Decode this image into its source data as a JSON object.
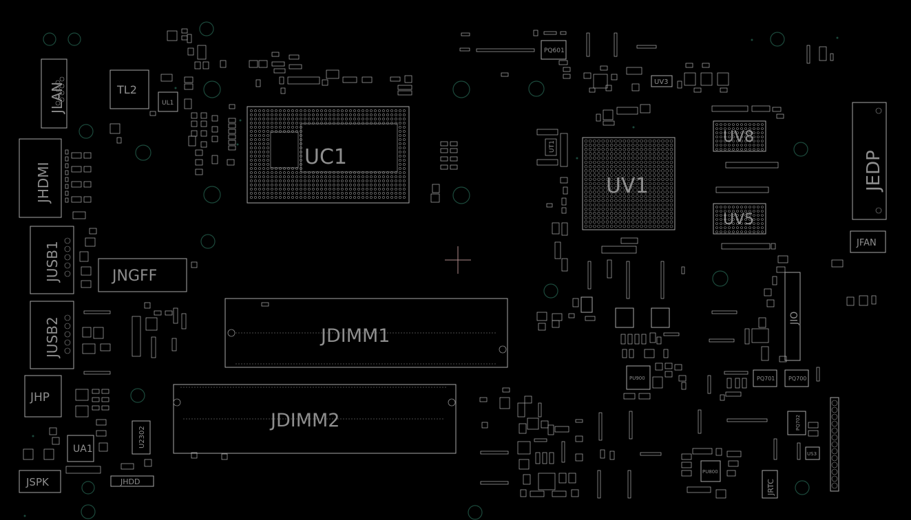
{
  "board": {
    "labels": {
      "jlan": "JLAN",
      "jhdmi": "JHDMI",
      "jusb1": "JUSB1",
      "jusb2": "JUSB2",
      "jhp": "JHP",
      "jspk": "JSPK",
      "jhdd": "JHDD",
      "tl2": "TL2",
      "ul1": "UL1",
      "ua1": "UA1",
      "u2302": "U2302",
      "jngff": "JNGFF",
      "uc1": "UC1",
      "jdimm1": "JDIMM1",
      "jdimm2": "JDIMM2",
      "uv1": "UV1",
      "uv8": "UV8",
      "uv5": "UV5",
      "uv3": "UV3",
      "jedp": "JEDP",
      "jfan": "JFAN",
      "jio": "JIO",
      "jrtc": "JRTC",
      "pq601": "PQ601",
      "pq701": "PQ701",
      "pq700": "PQ700",
      "pq702": "PQ702",
      "pu900": "PU900",
      "pu800": "PU800",
      "us3": "US3",
      "ut1": "UT1"
    }
  }
}
